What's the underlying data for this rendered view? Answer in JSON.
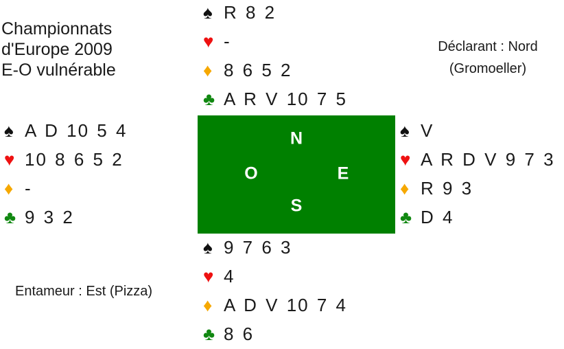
{
  "title": [
    "Championnats",
    "d'Europe 2009",
    "E-O vulnérable"
  ],
  "declarer": [
    "Déclarant : Nord",
    "(Gromoeller)"
  ],
  "lead": "Entameur : Est (Pizza)",
  "directions": {
    "north": "N",
    "west": "O",
    "east": "E",
    "south": "S"
  },
  "suit_symbols": {
    "spade": "♠",
    "heart": "♥",
    "diamond": "♦",
    "club": "♣"
  },
  "colors": {
    "table": "#008000",
    "heart": "#ee1111",
    "diamond": "#f6a800",
    "club": "#118811",
    "spade": "#111111"
  },
  "hands": {
    "north": {
      "spade": "R 8 2",
      "heart": "-",
      "diamond": "8 6 5 2",
      "club": "A R V 10 7 5"
    },
    "west": {
      "spade": "A D 10 5 4",
      "heart": "10 8 6 5 2",
      "diamond": "-",
      "club": "9 3 2"
    },
    "east": {
      "spade": "V",
      "heart": "A R D V 9 7 3",
      "diamond": "R 9 3",
      "club": "D 4"
    },
    "south": {
      "spade": "9 7 6 3",
      "heart": "4",
      "diamond": "A D V 10 7 4",
      "club": "8 6"
    }
  }
}
